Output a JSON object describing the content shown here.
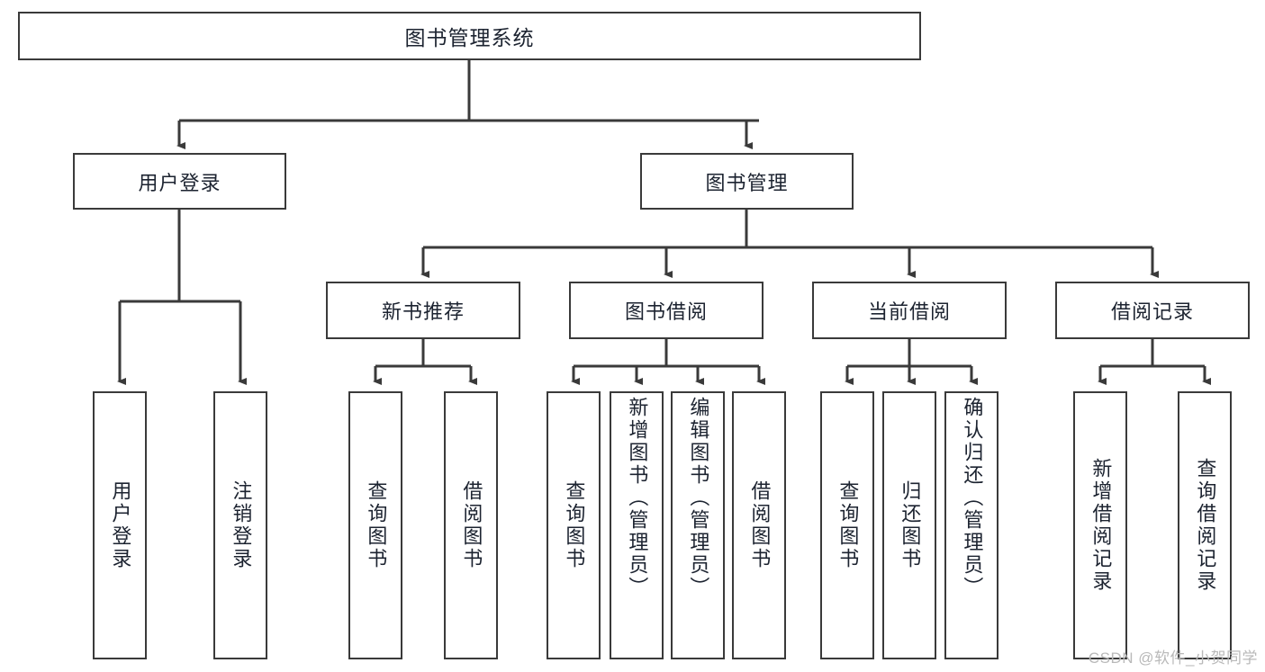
{
  "diagram": {
    "title": "图书管理系统",
    "type": "hierarchy-tree",
    "watermark": "CSDN @软件_小贺同学",
    "colors": {
      "stroke": "#3a3a3a",
      "text": "#1c2330",
      "background": "#ffffff",
      "watermark": "#b9b9b9"
    },
    "root": {
      "label": "图书管理系统"
    },
    "level2": [
      {
        "label": "用户登录"
      },
      {
        "label": "图书管理"
      }
    ],
    "level3": [
      {
        "label": "新书推荐"
      },
      {
        "label": "图书借阅"
      },
      {
        "label": "当前借阅"
      },
      {
        "label": "借阅记录"
      }
    ],
    "leaves": [
      {
        "label": "用户登录"
      },
      {
        "label": "注销登录"
      },
      {
        "label": "查询图书"
      },
      {
        "label": "借阅图书"
      },
      {
        "label": "查询图书"
      },
      {
        "label": "新增图书（管理员）"
      },
      {
        "label": "编辑图书（管理员）"
      },
      {
        "label": "借阅图书"
      },
      {
        "label": "查询图书"
      },
      {
        "label": "归还图书"
      },
      {
        "label": "确认归还（管理员）"
      },
      {
        "label": "新增借阅记录"
      },
      {
        "label": "查询借阅记录"
      }
    ]
  }
}
